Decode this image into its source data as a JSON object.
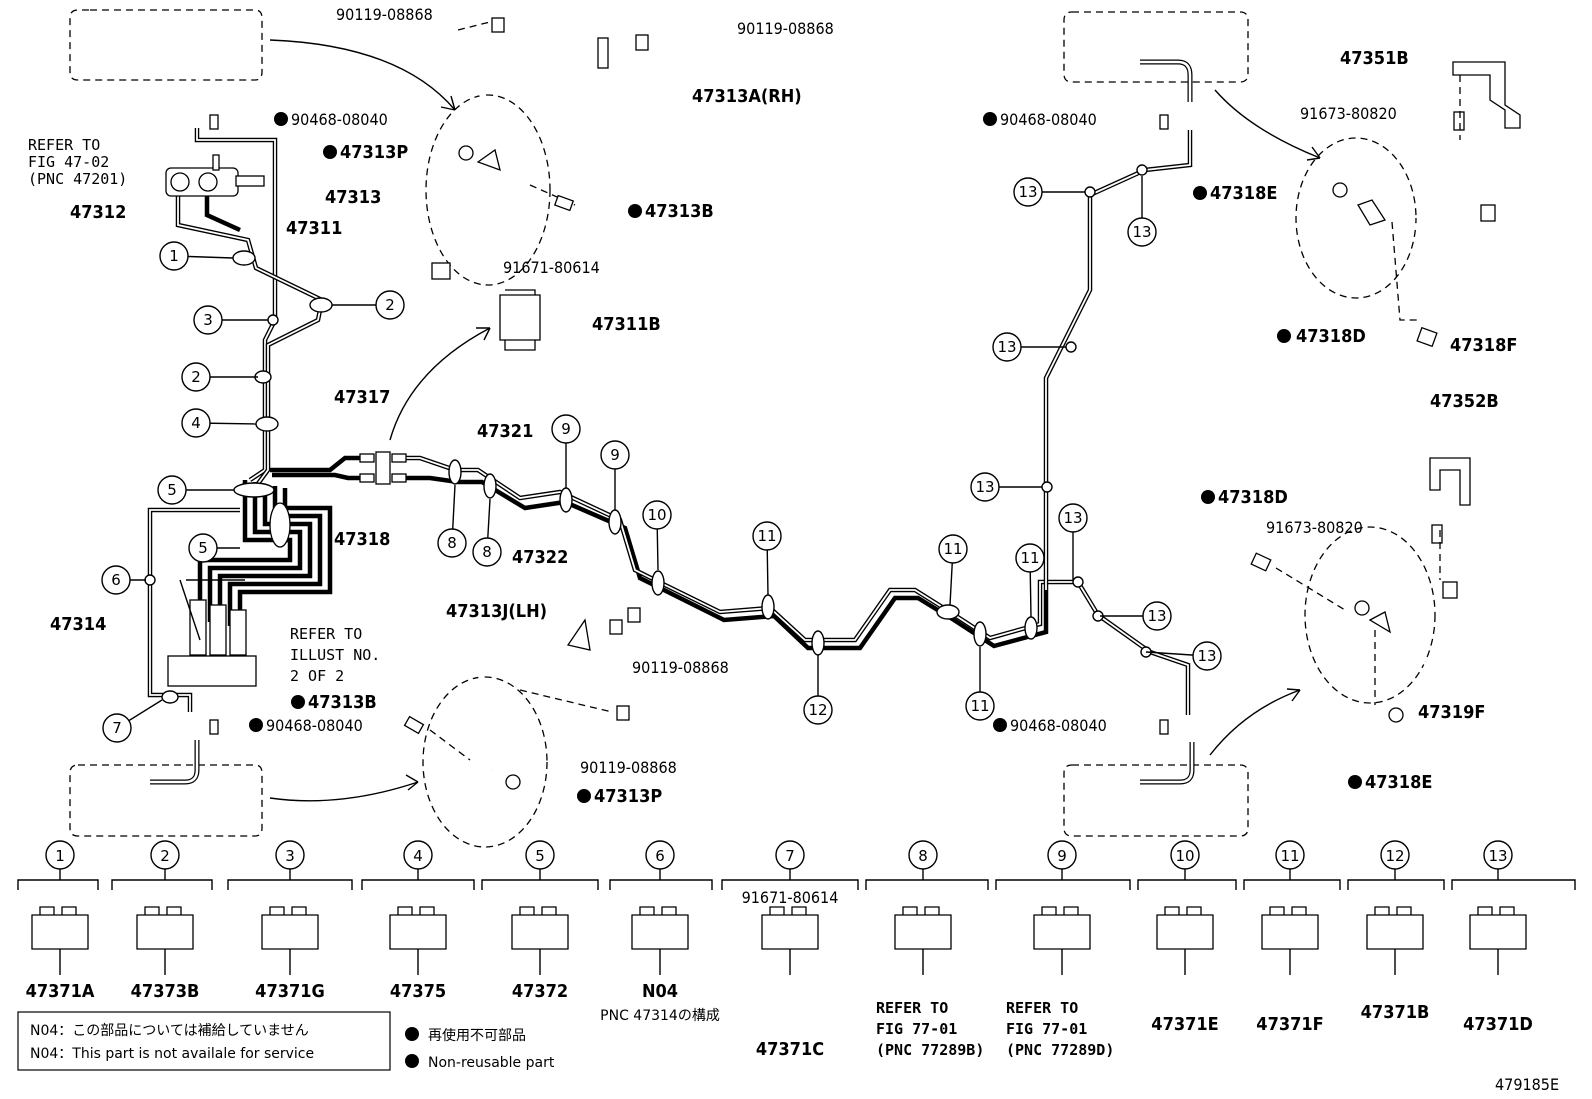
{
  "clip_legend": [
    {
      "n": "1",
      "part": "47371A"
    },
    {
      "n": "2",
      "part": "47373B"
    },
    {
      "n": "3",
      "part": "47371G"
    },
    {
      "n": "4",
      "part": "47375"
    },
    {
      "n": "5",
      "part": "47372"
    },
    {
      "n": "6",
      "part": "N04",
      "sub": "PNC 47314の構成"
    },
    {
      "n": "7",
      "part": "47371C",
      "bolt": "91671-80614"
    },
    {
      "n": "8",
      "ref": [
        "REFER TO",
        "FIG 77-01",
        "(PNC 77289B)"
      ]
    },
    {
      "n": "9",
      "ref": [
        "REFER TO",
        "FIG 77-01",
        "(PNC 77289D)"
      ]
    },
    {
      "n": "10",
      "part": "47371E"
    },
    {
      "n": "11",
      "part": "47371F"
    },
    {
      "n": "12",
      "part": "47371B"
    },
    {
      "n": "13",
      "part": "47371D"
    }
  ],
  "labels": {
    "p90119_a": "90119-08868",
    "p90119_b": "90119-08868",
    "p47313A": "47313A(RH)",
    "p90468_tl": "90468-08040",
    "p47313P_t": "47313P",
    "p47313": "47313",
    "p47313B_t": "47313B",
    "p47312": "47312",
    "p47311": "47311",
    "p91671": "91671-80614",
    "p47311B": "47311B",
    "p47317": "47317",
    "p47318": "47318",
    "p47321": "47321",
    "p47322": "47322",
    "p47314": "47314",
    "p47313J": "47313J(LH)",
    "p90119_c": "90119-08868",
    "p90119_d": "90119-08868",
    "p47313B_b": "47313B",
    "p90468_bl": "90468-08040",
    "p47313P_b": "47313P",
    "p90468_tr": "90468-08040",
    "p47351B": "47351B",
    "p91673_a": "91673-80820",
    "p47318E_t": "47318E",
    "p47318D_t": "47318D",
    "p47318F": "47318F",
    "p47352B": "47352B",
    "p47318D_b": "47318D",
    "p91673_b": "91673-80820",
    "p47319F": "47319F",
    "p90468_br": "90468-08040",
    "p47318E_b": "47318E"
  },
  "refer_fig": [
    "REFER TO",
    "FIG 47-02",
    "(PNC 47201)"
  ],
  "refer_illust": [
    "REFER TO",
    "ILLUST NO.",
    "2 OF 2"
  ],
  "notes": {
    "n04_jp": "N04：この部品については補給していません",
    "n04_en": "N04：This part is not availale for service",
    "nonreuse_jp": "再使用不可部品",
    "nonreuse_en": "Non-reusable part"
  },
  "diagram_id": "479185E"
}
